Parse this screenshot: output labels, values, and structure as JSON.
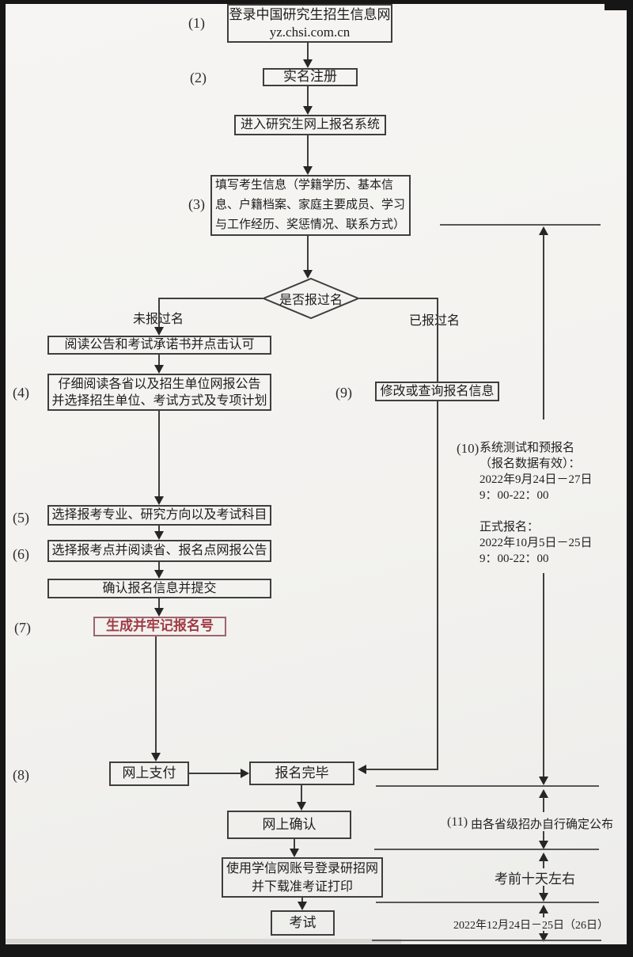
{
  "flow": {
    "nums": {
      "n1": "(1)",
      "n2": "(2)",
      "n3": "(3)",
      "n4": "(4)",
      "n5": "(5)",
      "n6": "(6)",
      "n7": "(7)",
      "n8": "(8)",
      "n9": "(9)",
      "n10": "(10)",
      "n11": "(11)"
    },
    "boxes": {
      "login": "登录中国研究生招生信息网\nyz.chsi.com.cn",
      "register": "实名注册",
      "enter": "进入研究生网上报名系统",
      "fill_info": "填写考生信息（学籍学历、基本信息、户籍档案、家庭主要成员、学习与工作经历、奖惩情况、联系方式）",
      "decision": "是否报过名",
      "read_notice": "阅读公告和考试承诺书并点击认可",
      "read_province": "仔细阅读各省以及招生单位网报公告\n并选择招生单位、考试方式及专项计划",
      "choose_major": "选择报考专业、研究方向以及考试科目",
      "choose_site": "选择报考点并阅读省、报名点网报公告",
      "confirm_submit": "确认报名信息并提交",
      "remember_id": "生成并牢记报名号",
      "pay": "网上支付",
      "done": "报名完毕",
      "online_confirm": "网上确认",
      "download": "使用学信网账号登录研招网\n并下载准考证打印",
      "exam": "考试",
      "modify": "修改或查询报名信息"
    },
    "labels": {
      "not_registered": "未报过名",
      "registered": "已报过名"
    },
    "timeline": {
      "t10": "系统测试和预报名\n（报名数据有效）：\n2022年9月24日－27日\n9：00-22：00\n\n正式报名：\n2022年10月5日－25日\n9：00-22：00",
      "t11": "由各省级招办自行确定公布",
      "t12": "考前十天左右",
      "t13": "2022年12月24日－25日（26日）"
    },
    "colors": {
      "paper": "#f3f2ef",
      "line": "#3f3e3c",
      "frame": "#161616",
      "accent_red": "#a03a44",
      "red_box_border": "#9b666d"
    }
  }
}
